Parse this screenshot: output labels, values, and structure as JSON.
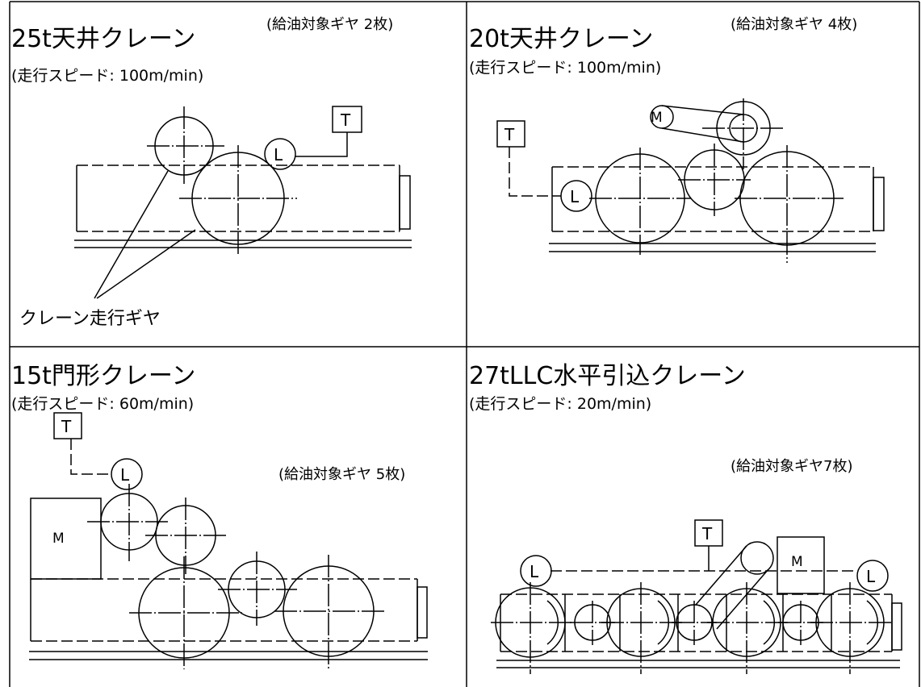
{
  "panels": [
    {
      "title": "25t天井クレーン",
      "speed": "(走行スピード: 100m/min)",
      "gear_count": "(給油対象ギヤ 2枚)",
      "note": "クレーン走行ギヤ",
      "box_label": "T",
      "circle_label": "L"
    },
    {
      "title": "20t天井クレーン",
      "speed": "(走行スピード: 100m/min)",
      "gear_count": "(給油対象ギヤ 4枚)",
      "box_label": "T",
      "circle_label": "L",
      "motor_label": "M"
    },
    {
      "title": "15t門形クレーン",
      "speed": "(走行スピード: 60m/min)",
      "gear_count": "(給油対象ギヤ 5枚)",
      "box_label": "T",
      "circle_label": "L",
      "motor_label": "M"
    },
    {
      "title": "27tLLC水平引込クレーン",
      "speed": "(走行スピード: 20m/min)",
      "gear_count": "(給油対象ギヤ7枚)",
      "box_label": "T",
      "circle_label": "L",
      "circle_label_2": "L",
      "motor_label": "M"
    }
  ]
}
